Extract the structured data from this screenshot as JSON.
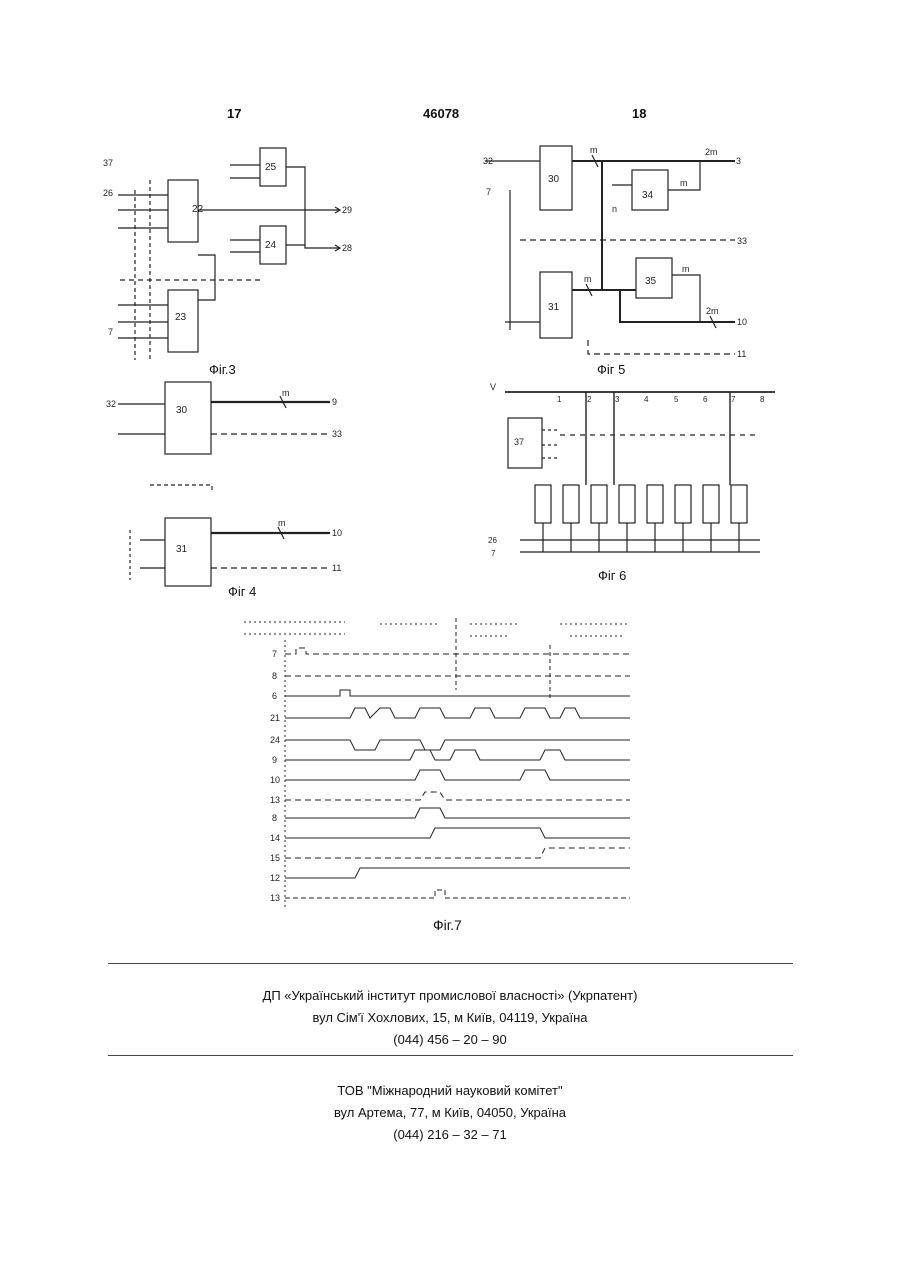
{
  "header": {
    "page_left": "17",
    "patent_no": "46078",
    "page_right": "18"
  },
  "figures": {
    "fig3": {
      "caption": "Фіг.3",
      "blocks": [
        "22",
        "23",
        "25",
        "24"
      ],
      "labels": [
        "37",
        "26",
        "7",
        "29",
        "28"
      ]
    },
    "fig4": {
      "caption": "Фіг 4",
      "blocks": [
        "30",
        "31"
      ],
      "labels": [
        "32",
        "m",
        "9",
        "33",
        "m",
        "10",
        "11"
      ]
    },
    "fig5": {
      "caption": "Фіг 5",
      "blocks": [
        "30",
        "34",
        "31",
        "35"
      ],
      "labels": [
        "32",
        "7",
        "2m",
        "3",
        "m",
        "n",
        "m",
        "33",
        "m",
        "m",
        "2m",
        "10",
        "11"
      ]
    },
    "fig6": {
      "caption": "Фіг 6",
      "blocks": [
        "37"
      ],
      "labels": [
        "1",
        "2",
        "3",
        "4",
        "5",
        "6",
        "7",
        "8",
        "26",
        "7"
      ]
    },
    "fig7": {
      "caption": "Фіг.7",
      "signals": [
        "7",
        "8",
        "6",
        "21",
        "24",
        "9",
        "10",
        "13",
        "8",
        "14",
        "15",
        "12",
        "13"
      ]
    }
  },
  "footer": {
    "org1": {
      "name": "ДП «Український інститут промислової власності» (Укрпатент)",
      "address": "вул  Сім'ї Хохлових, 15, м  Київ, 04119, Україна",
      "phone": "(044) 456 – 20 –  90"
    },
    "org2": {
      "name": "ТОВ \"Міжнародний науковий комітет\"",
      "address": "вул  Артема, 77, м  Київ, 04050, Україна",
      "phone": "(044) 216 – 32 – 71"
    }
  }
}
